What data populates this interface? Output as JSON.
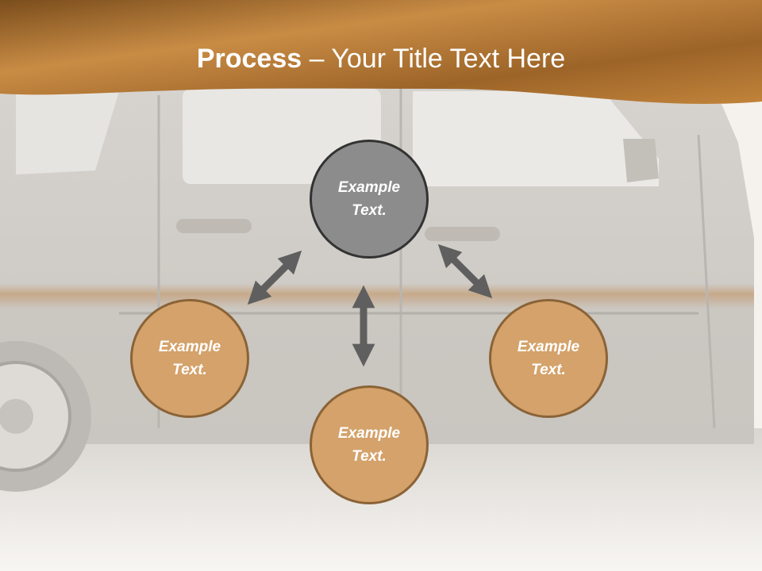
{
  "title": {
    "bold": "Process",
    "rest": " – Your Title Text Here"
  },
  "colors": {
    "band_dark": "#7a4d1c",
    "band_light": "#c98c45",
    "node_orange": "#d4a26a",
    "node_grey": "#8c8c8c",
    "arrow": "#5f5f5f"
  },
  "diagram": {
    "center": {
      "text": "Example\nText."
    },
    "left": {
      "text": "Example\nText."
    },
    "right": {
      "text": "Example\nText."
    },
    "bottom": {
      "text": "Example\nText."
    }
  }
}
